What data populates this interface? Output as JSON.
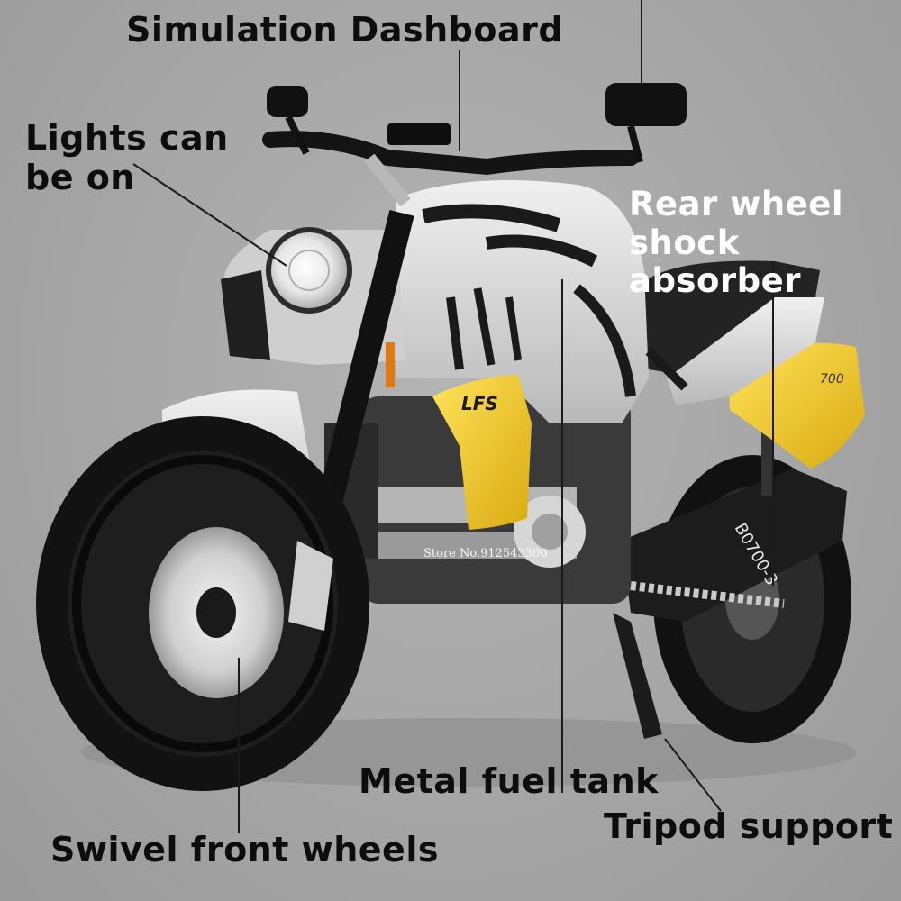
{
  "annotations": {
    "dashboard": "Simulation Dashboard",
    "lights": "Lights can be on",
    "shock": "Rear wheel shock absorber",
    "fuel_tank": "Metal fuel tank",
    "tripod": "Tripod support",
    "swivel": "Swivel front wheels"
  },
  "watermark": "Store No.912543300",
  "bike_markings": {
    "side_panel_logo": "LFS",
    "rear_panel_number": "700",
    "swingarm_code": "B0700-3"
  },
  "colors": {
    "background": "#a6a6a6",
    "accent_yellow": "#f2cc2a",
    "body_silver": "#d8d8d8",
    "frame_black": "#1a1a1a"
  }
}
